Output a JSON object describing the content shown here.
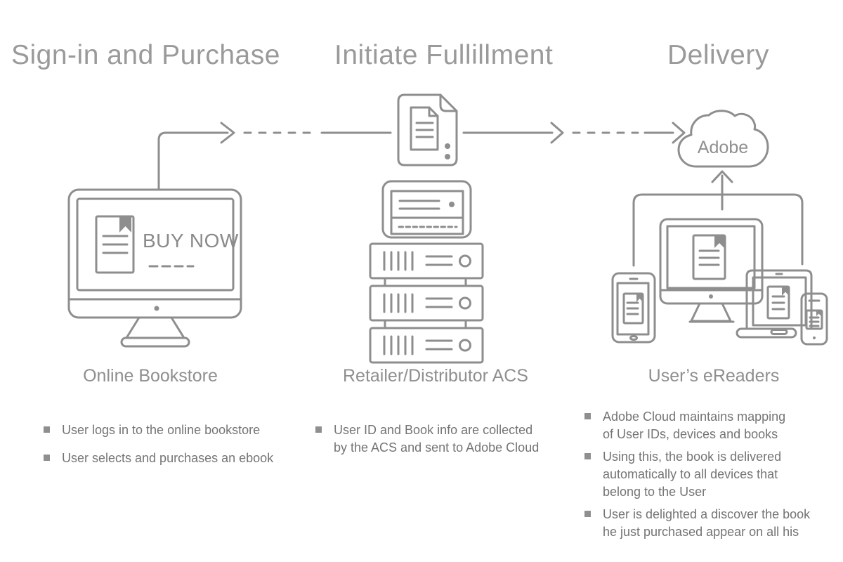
{
  "colors": {
    "background": "#ffffff",
    "line": "#8e8e8e",
    "title_text": "#9a9a9a",
    "label_text": "#8f8f8f",
    "body_text": "#747474"
  },
  "icons": {
    "monitor": "desktop-monitor-icon",
    "ebook": "ebook-icon",
    "document": "document-file-icon",
    "servers": "server-stack-icon",
    "cloud": "cloud-icon",
    "tablet": "tablet-icon",
    "laptop": "laptop-icon",
    "phone": "smartphone-icon",
    "arrows": "flow-arrows"
  },
  "columns": {
    "purchase": {
      "title": "Sign-in and Purchase",
      "screen_button": "BUY NOW",
      "label": "Online Bookstore",
      "bullets": [
        "User logs in to the online bookstore",
        "User selects and purchases an ebook"
      ]
    },
    "fulfillment": {
      "title": "Initiate Fullillment",
      "label": "Retailer/Distributor ACS",
      "bullets": [
        "User ID and Book info are collected\nby the ACS and sent to Adobe Cloud"
      ]
    },
    "delivery": {
      "title": "Delivery",
      "cloud_label": "Adobe",
      "label": "User’s eReaders",
      "bullets": [
        "Adobe Cloud maintains mapping\nof User IDs, devices and books",
        "Using this, the book is delivered\nautomatically to all devices that\nbelong to the User",
        "User is delighted a discover the book\nhe just purchased appear on all his"
      ]
    }
  }
}
